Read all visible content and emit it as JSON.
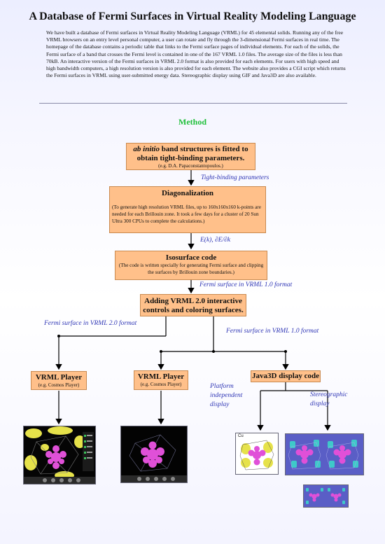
{
  "title": "A Database of Fermi Surfaces in Virtual Reality Modeling Language",
  "abstract": "We have built a database of Fermi surfaces in Virtual Reality Modeling Language (VRML) for 45 elemental solids. Running any of the free VRML browsers on an entry level personal computer, a user can rotate and fly through the 3-dimensional Fermi surfaces in real time. The homepage of the database contains a periodic table that links to the Fermi surface pages of individual elements. For each of the solids, the Fermi surface of a band that crosses the Fermi level is contained in one of the 167 VRML 1.0 files. The average size of the files is less than 70kB. An interactive version of the Fermi surfaces in VRML 2.0 format is also provided for each elements. For users with high speed and high bandwidth computers, a high resolution version is also provided for each element. The website also provides a CGI script which returns the Fermi surfaces in VRML using user-submitted energy data. Stereographic display using GIF and Java3D are also available.",
  "method_heading": "Method",
  "box1": {
    "line1_italic": "ab initio",
    "line1_rest": " band structures is fitted to",
    "line2": "obtain tight-binding parameters.",
    "sub": "(e.g. D.A. Papaconstantopoulos.)"
  },
  "label_tb": "Tight-binding parameters",
  "box2": {
    "heading": "Diagonalization",
    "para": "(To generate high resolution VRML files, up to 160x160x160 k-points are needed for each Brillouin zone. It took a few days for a cluster of 20 Sun Ultra 300 CPUs to complete the calculations.)"
  },
  "label_ek": "E(k), ∂E/∂k",
  "box3": {
    "heading": "Isosurface code",
    "para": "(The code is written specially for generating Fermi surface and clipping the surfaces by Brillouin zone boundaries.)"
  },
  "label_fs10a": "Fermi surface in VRML 1.0 format",
  "box4": {
    "line1": "Adding VRML 2.0 interactive",
    "line2": "controls and coloring surfaces."
  },
  "label_fs20": "Fermi surface in VRML 2.0 format",
  "label_fs10b": "Fermi surface in VRML 1.0 format",
  "box5": {
    "heading": "VRML Player",
    "sub": "(e.g. Cosmos Player)"
  },
  "box6": {
    "heading": "VRML Player",
    "sub": "(e.g. Cosmos Player)"
  },
  "box7": {
    "heading": "Java3D display code"
  },
  "label_platform": "Platform independent display",
  "label_stereo": "Stereographic display",
  "thumb_cu_label": "Cu",
  "colors": {
    "box_fill": "#ffc08a",
    "box_border": "#c98a50",
    "label_blue": "#2e35b5",
    "method_green": "#1fbf3a",
    "fermi_magenta": "#e050d8",
    "fermi_yellow": "#e6e24a",
    "fermi_cyan": "#3ec9c9"
  }
}
